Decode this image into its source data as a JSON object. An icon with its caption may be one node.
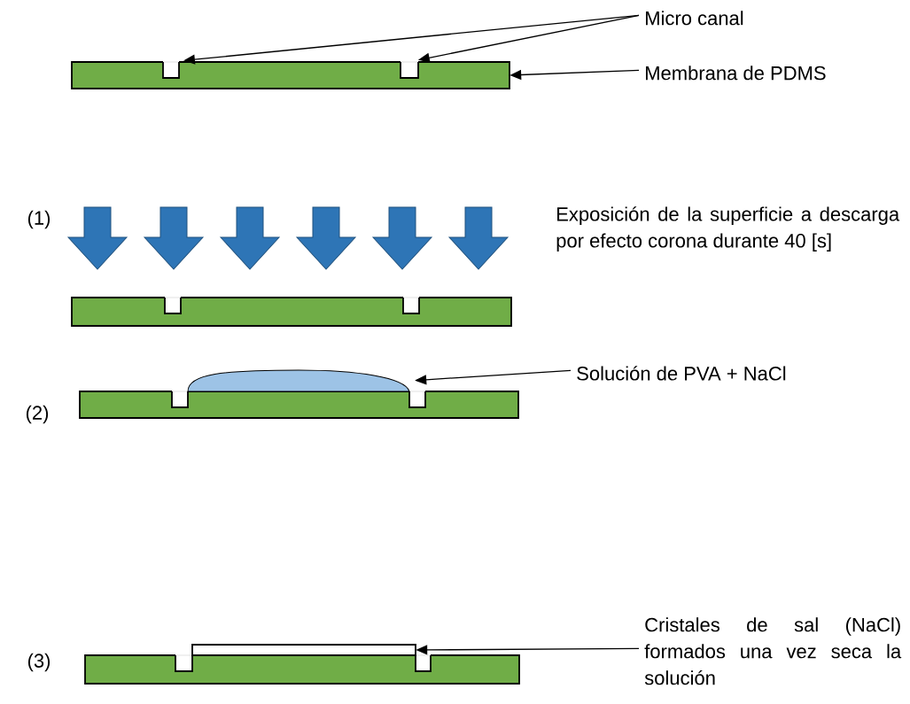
{
  "diagram": {
    "nodes": [
      {
        "text": [
          "Micro canal"
        ]
      },
      {
        "text": [],
        "shape": "box",
        "in": 4
      },
      {
        "text": [],
        "shape": "box",
        "in": 4
      },
      {
        "text": [
          "Membrana de PDMS"
        ]
      },
      {
        "text": [],
        "shape": "bar"
      },
      {
        "text": [
          "Solución de PVA + NaCl"
        ]
      },
      {
        "text": [],
        "shape": "drop"
      },
      {
        "text": [
          "Cristales de sal (NaCl) formados una vez seca la solución"
        ]
      },
      {
        "text": [],
        "shape": "box"
      }
    ],
    "edges": [
      {
        "from": 0,
        "to": 1,
        "arrow": "to"
      },
      {
        "from": 0,
        "to": 2,
        "arrow": "to"
      },
      {
        "from": 3,
        "to": 4,
        "arrow": "to"
      },
      {
        "from": 5,
        "to": 6,
        "arrow": "to"
      },
      {
        "from": 7,
        "to": 8,
        "arrow": "to"
      }
    ],
    "labels": [
      "(1)",
      "Exposición de la superficie a descarga por efecto corona durante 40 [s]",
      "(2)",
      "(3)"
    ]
  }
}
